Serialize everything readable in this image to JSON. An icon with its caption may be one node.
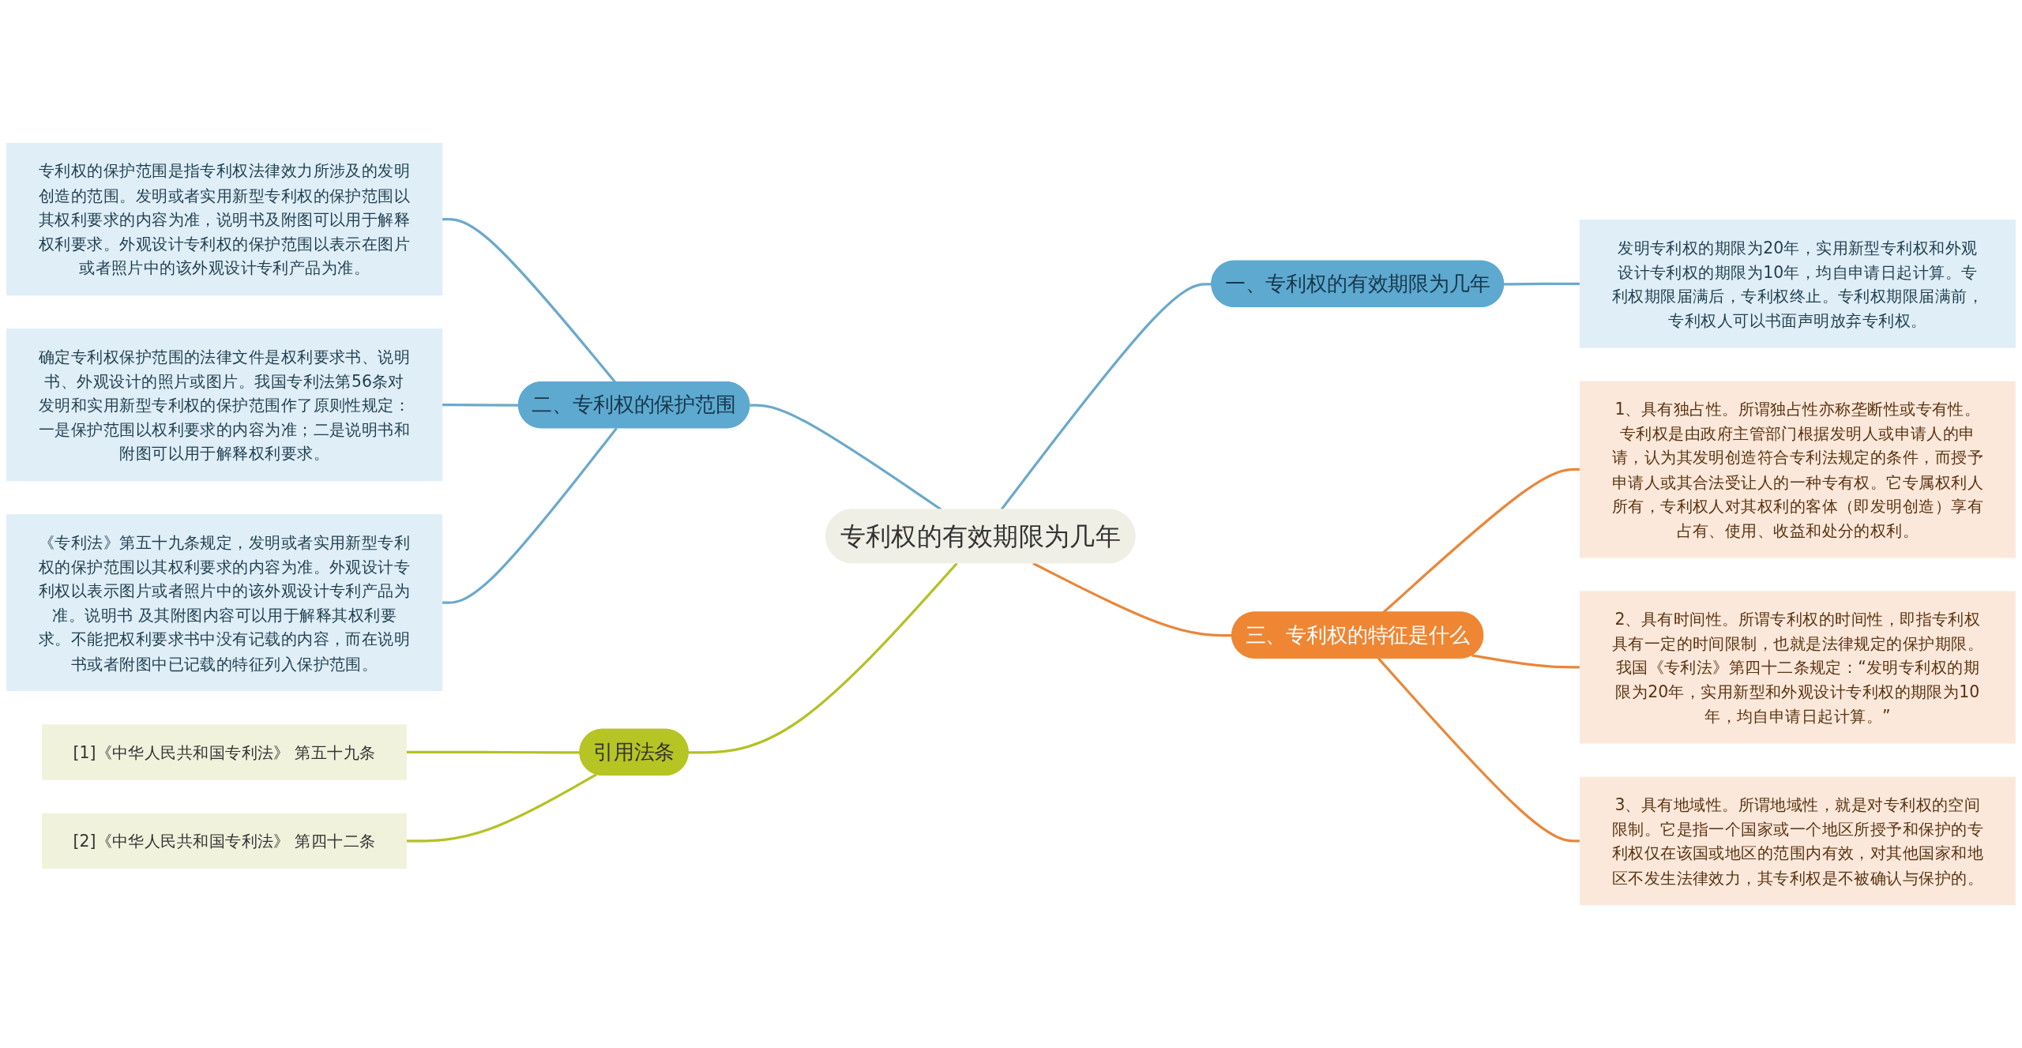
{
  "diagram": {
    "nodes": [
      {
        "text": [
          "专利权的有效期限为几年"
        ]
      },
      {
        "text": [
          "一、专利权的有效期限为几年"
        ]
      },
      {
        "text": [
          "发明专利权的期限为20年，实用新型专利权和外观设计专利权的期限为10年，均自申请日起计算。专利权期限届满后，专利权终止。专利权期限届满前，专利权人可以书面声明放弃专利权。"
        ]
      },
      {
        "text": [
          "二、专利权的保护范围"
        ]
      },
      {
        "text": [
          "专利权的保护范围是指专利权法律效力所涉及的发明创造的范围。发明或者实用新型专利权的保护范围以其权利要求的内容为准，说明书及附图可以用于解释权利要求。外观设计专利权的保护范围以表示在图片或者照片中的该外观设计专利产品为准。"
        ]
      },
      {
        "text": [
          "确定专利权保护范围的法律文件是权利要求书、说明书、外观设计的照片或图片。我国专利法第56条对发明和实用新型专利权的保护范围作了原则性规定：一是保护范围以权利要求的内容为准；二是说明书和附图可以用于解释权利要求。"
        ]
      },
      {
        "text": [
          "《专利法》第五十九条规定，发明或者实用新型专利权的保护范围以其权利要求的内容为准。外观设计专利权以表示图片或者照片中的该外观设计专利产品为准。说明书 及其附图内容可以用于解释其权利要求。不能把权利要求书中没有记载的内容，而在说明书或者附图中已记载的特征列入保护范围。"
        ]
      },
      {
        "text": [
          "三、专利权的特征是什么"
        ]
      },
      {
        "text": [
          "1、具有独占性。所谓独占性亦称垄断性或专有性。专利权是由政府主管部门根据发明人或申请人的申请，认为其发明创造符合专利法规定的条件，而授予申请人或其合法受让人的一种专有权。它专属权利人所有，专利权人对其权利的客体（即发明创造）享有占有、使用、收益和处分的权利。"
        ]
      },
      {
        "text": [
          "2、具有时间性。所谓专利权的时间性，即指专利权具有一定的时间限制，也就是法律规定的保护期限。我国《专利法》第四十二条规定：“发明专利权的期限为20年，实用新型和外观设计专利权的期限为10年，均自申请日起计算。”"
        ]
      },
      {
        "text": [
          "3、具有地域性。所谓地域性，就是对专利权的空间限制。它是指一个国家或一个地区所授予和保护的专利权仅在该国或地区的范围内有效，对其他国家和地区不发生法律效力，其专利权是不被确认与保护的。"
        ]
      },
      {
        "text": [
          "引用法条"
        ]
      },
      {
        "text": [
          "[1]《中华人民共和国专利法》 第五十九条"
        ]
      },
      {
        "text": [
          "[2]《中华人民共和国专利法》 第四十二条"
        ]
      }
    ],
    "edges": [
      {
        "from": 0,
        "to": 1,
        "arrow": "none"
      },
      {
        "from": 1,
        "to": 2,
        "arrow": "none"
      },
      {
        "from": 4,
        "to": 3,
        "arrow": "none"
      },
      {
        "from": 5,
        "to": 3,
        "arrow": "none"
      },
      {
        "from": 6,
        "to": 3,
        "arrow": "none"
      },
      {
        "from": 3,
        "to": 0,
        "arrow": "none"
      },
      {
        "from": 0,
        "to": 7,
        "arrow": "none",
        "color": "#e8873a"
      },
      {
        "from": 7,
        "to": 8,
        "arrow": "none",
        "color": "#e8873a"
      },
      {
        "from": 7,
        "to": 9,
        "arrow": "none",
        "color": "#e8873a"
      },
      {
        "from": 7,
        "to": 10,
        "arrow": "none",
        "color": "#e8873a"
      },
      {
        "from": 12,
        "to": 11,
        "arrow": "none",
        "color": "#b3c124"
      },
      {
        "from": 13,
        "to": 11,
        "arrow": "none",
        "color": "#b3c124"
      },
      {
        "from": 11,
        "to": 0,
        "arrow": "none",
        "color": "#b3c124"
      }
    ]
  }
}
